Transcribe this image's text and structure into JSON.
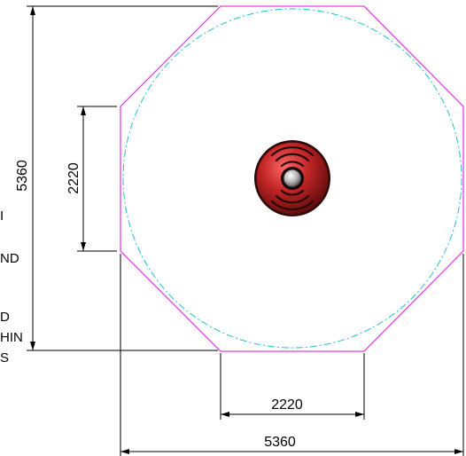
{
  "dimensions": {
    "outer_width": "5360",
    "outer_height": "5360",
    "flat_width": "2220",
    "flat_height": "2220"
  },
  "left_notes": [
    "I",
    "ND",
    "D",
    "HIN",
    "S"
  ],
  "colors": {
    "octagon": "#e040e0",
    "circle": "#20c0d0",
    "dim_lines": "#000000",
    "device_red": "#b02020",
    "device_dark": "#3a0a0a"
  },
  "icons": {
    "device": "fire-alarm-sounder-icon"
  }
}
